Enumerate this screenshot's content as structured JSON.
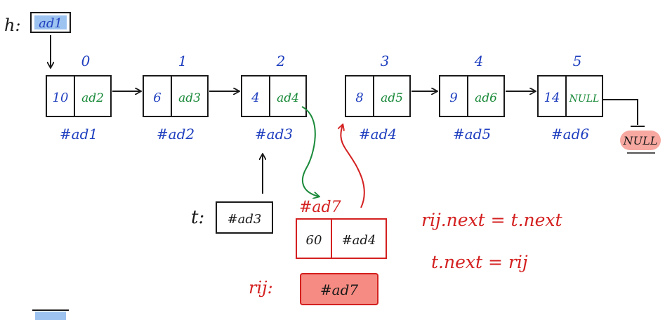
{
  "head": {
    "label": "h:",
    "value": "ad1"
  },
  "nodes": [
    {
      "index": "0",
      "data": "10",
      "next": "ad2",
      "addr": "#ad1"
    },
    {
      "index": "1",
      "data": "6",
      "next": "ad3",
      "addr": "#ad2"
    },
    {
      "index": "2",
      "data": "4",
      "next": "ad4",
      "addr": "#ad3"
    },
    {
      "index": "3",
      "data": "8",
      "next": "ad5",
      "addr": "#ad4"
    },
    {
      "index": "4",
      "data": "9",
      "next": "ad6",
      "addr": "#ad5"
    },
    {
      "index": "5",
      "data": "14",
      "next": "NULL",
      "addr": "#ad6"
    }
  ],
  "tail_null": "NULL",
  "temp": {
    "label": "t:",
    "value": "#ad3"
  },
  "new_node": {
    "addr": "#ad7",
    "data": "60",
    "next": "#ad4"
  },
  "rij": {
    "label": "rij:",
    "value": "#ad7"
  },
  "equations": [
    "rij.next = t.next",
    "t.next = rij"
  ],
  "colors": {
    "ink": "#1a1a1a",
    "blue": "#1f3fbf",
    "green": "#1a8a3a",
    "red": "#d42020",
    "head_fill": "#9dc3f0",
    "null_fill": "#f7a8a0",
    "rij_fill": "#f58b82"
  }
}
